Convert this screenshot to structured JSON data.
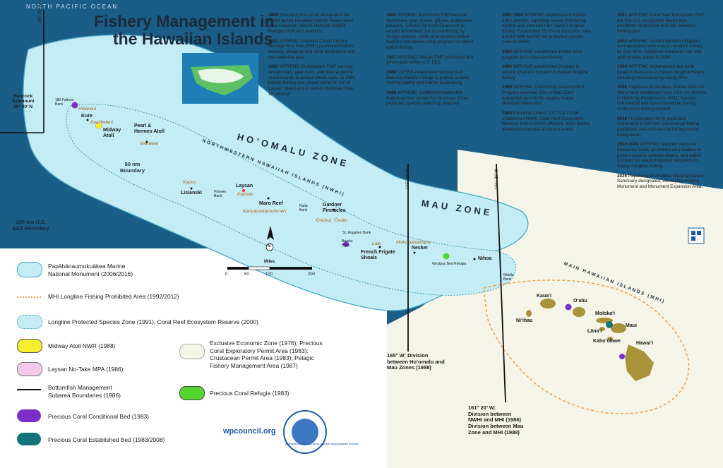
{
  "header": {
    "ocean_label": "NORTH PACIFIC OCEAN",
    "title_line1": "Fishery Management in",
    "title_line2": "the Hawaiian Islands"
  },
  "zones": {
    "hoomalu": "HO’OMALU ZONE",
    "mau": "MAU ZONE",
    "nwhi": "NORTHWESTERN HAWAIIAN ISLANDS (NWHI)",
    "mhi": "MAIN HAWAIIAN ISLANDS (MHI)"
  },
  "map_labels": {
    "hancock": "Hancock\nSeamount\n28° 00’ N",
    "meridian_180": "180° 00’ W",
    "meridian_165": "165° 00’ W",
    "meridian_161": "161° 20’ W",
    "eez": "200 nm U.S.\nEEZ Boundary",
    "boundary_50": "50 nm\nBoundary",
    "bank_180": "180 Fathom\nBank",
    "holoniku": "Hōlānikū",
    "kure": "Kure",
    "kuaihelani": "Kua’ihelani",
    "midway": "Midway\nAtoll",
    "pearl": "Pearl &\nHermes Atoll",
    "manawai": "Manawai",
    "kapou": "Kapou",
    "lisianski": "Lisianski",
    "pioneer": "Pioneer\nBank",
    "laysan": "Laysan",
    "kamole": "Kamole",
    "maro": "Maro Reef",
    "kamokuokamohoali": "Kamokuokamoho‘ali‘i",
    "raita": "Raita\nBank",
    "gardner": "Gardner\nPinnacles",
    "onunui": "‘Ōnūnui, ‘Ōnūiki",
    "st_rogatien": "St. Rogatien Bank",
    "brooks": "Brooks\nBank",
    "lalo": "Lalo",
    "ff_shoals": "French Frigate\nShoals",
    "mokumanamana": "Mokumanamana",
    "necker": "Necker",
    "westpac_refugia": "Westpac Bed Refugia",
    "nihoa": "Nihoa",
    "middle_bank": "Middle\nBank",
    "kauai": "Kaua‘i",
    "niihau": "Ni‘ihau",
    "oahu": "O‘ahu",
    "molokai": "Moloka‘i",
    "lanai": "Lāna‘i",
    "maui": "Maui",
    "kahoolawe": "Kaho‘olawe",
    "hawaii": "Hawai‘i",
    "div_165": "165° W: Division\nbetween Ho‘omalu and\nMau Zones (1988)",
    "div_161": "161° 20’ W:\nDivision between\nNWHI and MHI (1986)\nDivision between Mau\nZone and MHI (1988)",
    "miles": "Miles",
    "scale_ticks": [
      "0",
      "50",
      "100",
      "200"
    ],
    "north": "N"
  },
  "timeline": [
    [
      {
        "year": "1909",
        "text": "President Roosevelt designated the NWHI as the Hawaiian Islands Reservation (now Hawaiian Islands National Wildlife Refuge) to protect seabirds."
      },
      {
        "year": "1983",
        "text": "WPRFMC Precious Corals Fishery Management Plan (FMP) prohibited bottom trawling, dredging and other destructive and non-selective gear."
      },
      {
        "year": "1983",
        "text": "WPRFMC Crustaceans FMP set trap design rules, gear bans, and federal permit requirements to protect monk seals. In 1986, lobster fishing was closed within 20 nm of Laysan Island and in waters shallower than 10 fathoms."
      }
    ],
    [
      {
        "year": "1986",
        "text": "WPRFMC Bottomfish FMP banned destructive gear (trawls, gillnets, explosives, poisons). Closed Hancock Seamount to rebuild armorhead due to overfishing by foreign vessels. 1988 amendment created Nation’s first limited-entry program for NWHI bottomfishing."
      },
      {
        "year": "1987",
        "text": "WPRFMC Pelagic FMP prohibited drift gillnet gear within U.S. EEZ."
      },
      {
        "year": "1988",
        "text": "USFWS established Midway Atoll National Wildlife Refuge to protect seabird nesting habitat and marine biodiversity."
      },
      {
        "year": "1988",
        "text": "WPRFMC established bottomfish limited-access system for Ho‘omalu Zone; protected species workshop required."
      }
    ],
    [
      {
        "year": "1991-1994",
        "text": "WPRFMC implemented limited-entry, permits, reporting, vessel monitoring system and observers for Hawai‘i longline fishery. Established 25-75 nm exclusion zone around MHI and 50 nm protected species zone in NWHI."
      },
      {
        "year": "1992",
        "text": "WPRFMC established limited-entry program for crustacean fishery."
      },
      {
        "year": "1996",
        "text": "WPRFMC established program to reduce albatross bycatch in Hawai‘i longline fishery."
      },
      {
        "year": "1999",
        "text": "WPRFMC Community Development Program reserved 20% of Mau Zone bottomfish permits for eligible Native Hawaiian fishermen."
      },
      {
        "year": "2000",
        "text": "Executive Orders 13178 & 13196 established NWHI Coral Reef Ecosystem Reserve from 0-50 nm offshore. Most fishing allowed to continue at current levels."
      }
    ],
    [
      {
        "year": "2001",
        "text": "WPRFMC Coral Reef Ecosystem FMP, the first U.S. ecosystem-based plan, prohibited destructive and non-selective fishing gear."
      },
      {
        "year": "2002",
        "text": "WPRFMC seabird bycatch mitigation cut interactions with Hawai‘i longline fishery by over 90%. Additional measures like side setting were added in 2006."
      },
      {
        "year": "2004",
        "text": "WPRFMC implemented sea turtle bycatch measures in Hawai‘i longline fishery, reducing interactions by nearly 90%."
      },
      {
        "year": "2006",
        "text": "Papāhanaumokuākea Marine National Monument established from 0-50 nm offshore in NWHI by Proclamation 8031. Banned commercial and non-commercial fishing; sustenance fishing allowed."
      },
      {
        "year": "2016",
        "text": "Proclamation 9478 expanded monument to 200 nm. Commercial fishing prohibited; non-commercial fishing mostly unregulated."
      },
      {
        "year": "2020-2024",
        "text": "WPRFMC reduced sea turtle interaction limits, prohibited wire leaders to protect oceanic whitetip sharks, and added tori lines for seabird bycatch mitigation in Hawai‘i longline fishery."
      },
      {
        "year": "2025",
        "text": "Papāhanaumokuākea National Marine Sanctuary designated, overlaying existing Monument and Monument Expansion Area."
      }
    ]
  ],
  "legend": [
    {
      "label": "Papāhānaumokuākea Marine\nNational Monument (2006/2016)"
    },
    {
      "label": "MHI Longline Fishing Prohibited Area (1992/2012)"
    },
    {
      "label": "Longline Protected Species Zone (1991); Coral Reef Ecosystem Reserve (2000)"
    },
    {
      "label": "Midway Atoll NWR (1988)"
    },
    {
      "label": "Laysan No-Take MPA (1986)"
    },
    {
      "label": "Bottomfish Management\nSubarea Boundaries (1986)"
    },
    {
      "label": "Precious Coral Conditional Bed (1983)"
    },
    {
      "label": "Precious Coral Established Bed (1983/2008)"
    },
    {
      "label": "Exclusive Economic Zone (1976); Precious\nCoral Exploratory Permit Area (1983);\nCrustacean Permit Area (1983); Pelagic\nFishery Management Area (1987)"
    },
    {
      "label": "Precious Coral Refugia (1983)"
    }
  ],
  "footer": {
    "website": "wpcouncil.org",
    "seal_ring": "WESTERN PACIFIC REGIONAL FISHERY MANAGEMENT COUNCIL"
  },
  "colors": {
    "ocean": "#1a5d86",
    "zone_fill": "#c4ecf4",
    "land_panel": "#f4f5e8",
    "legend_panel": "#ffffff",
    "midway": "#f5ee30",
    "laysan": "#f5c8ea",
    "refugia": "#55d62f",
    "conditional_bed": "#7b2fc9",
    "established_bed": "#13757a",
    "mhi_dash": "#f2a34c",
    "island": "#a8923a"
  }
}
